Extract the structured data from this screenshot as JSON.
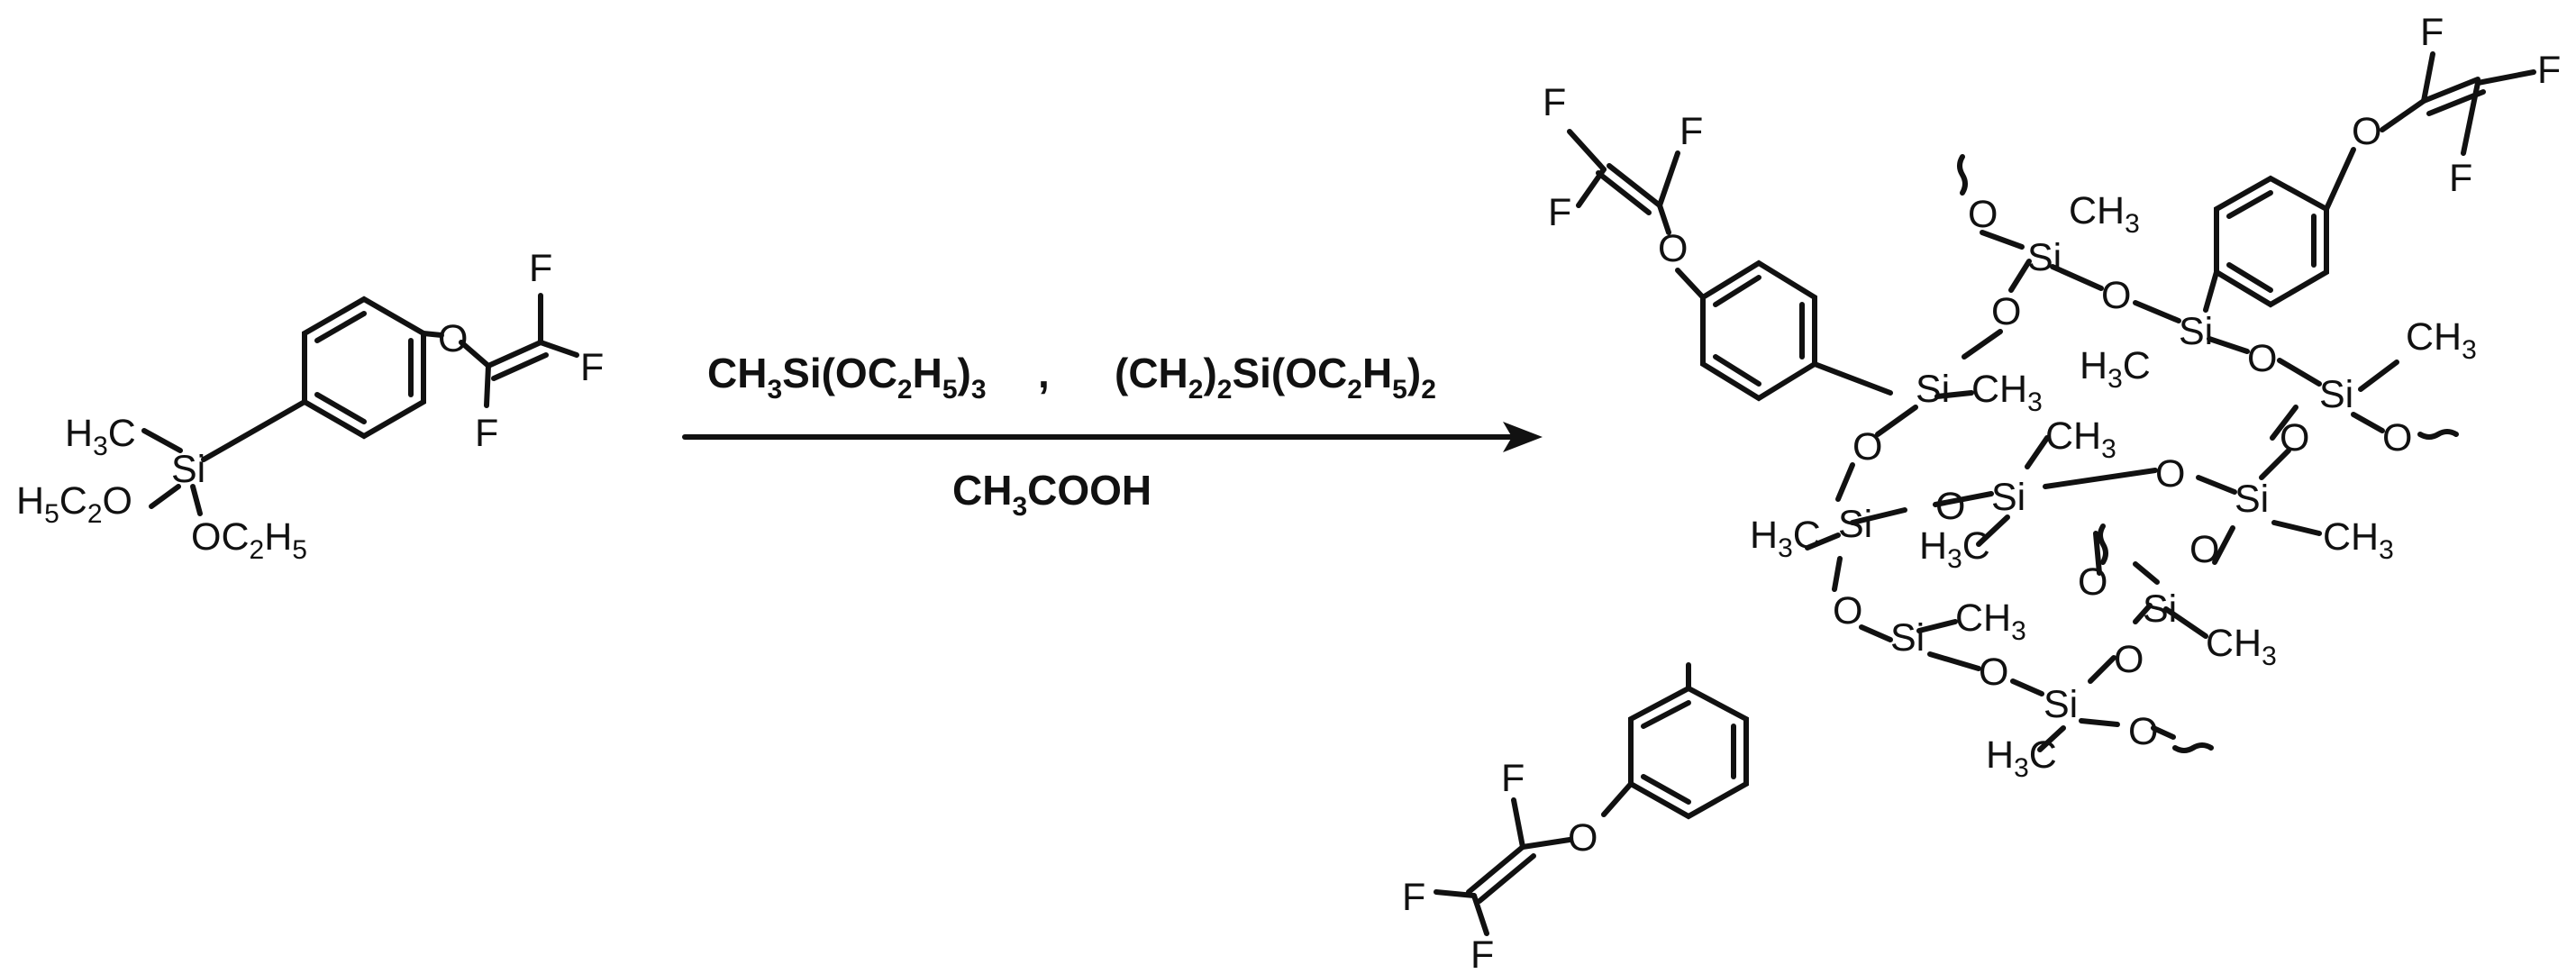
{
  "reactant": {
    "F1": "F",
    "F2": "F",
    "F3": "F",
    "O_ether": "O",
    "H3C": "H3C",
    "Si": "Si",
    "H5C2O": "H5C2O",
    "OC2H5": "OC2H5"
  },
  "arrow": {
    "reagent1": "CH3Si(OC2H5)3",
    "separator": ",",
    "reagent2": "(CH2)2Si(OC2H5)2",
    "catalyst": "CH3COOH"
  },
  "product": {
    "F": "F",
    "O": "O",
    "Si": "Si",
    "CH3": "CH3",
    "H3C": "H3C"
  }
}
